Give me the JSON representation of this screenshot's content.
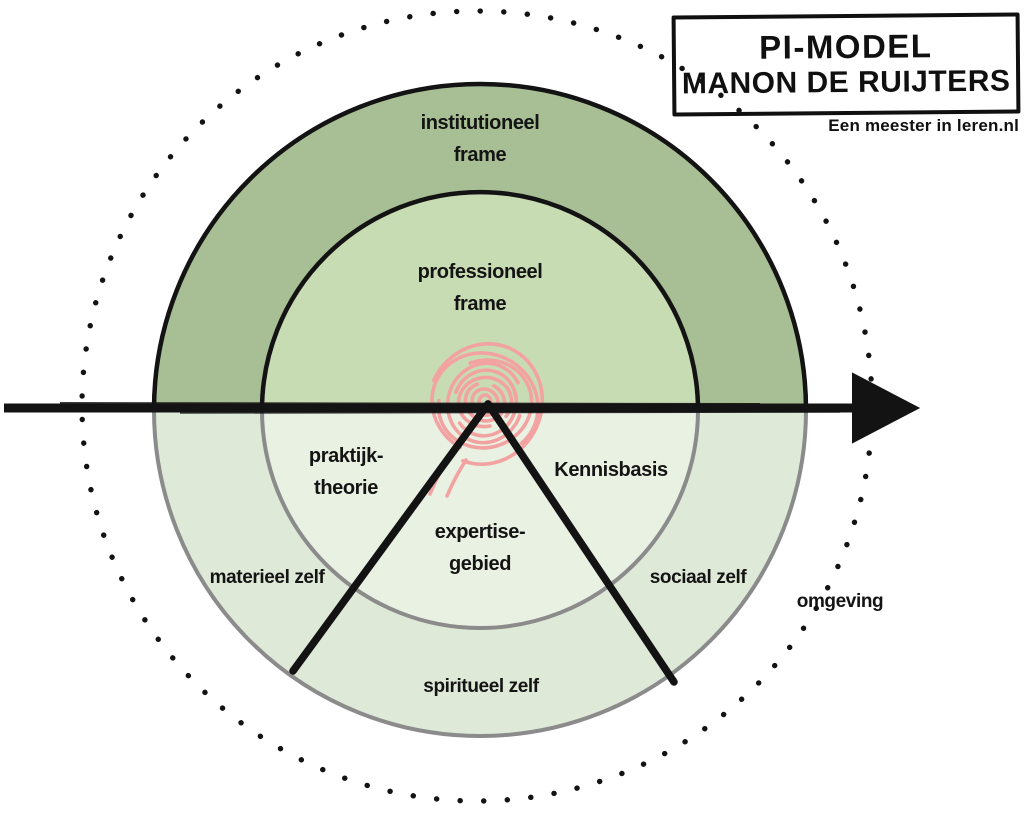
{
  "title_box": {
    "line1": "PI-MODEL",
    "line2": "MANON DE RUIJTERS",
    "attribution": "Een meester in leren.nl"
  },
  "labels": {
    "outer_top": "institutioneel\nframe",
    "inner_top": "professioneel\nframe",
    "inner_left": "praktijk-\ntheorie",
    "inner_right": "Kennisbasis",
    "inner_bottom": "expertise-\ngebied",
    "ring_left": "materieel zelf",
    "ring_right": "sociaal zelf",
    "ring_bottom": "spiritueel zelf",
    "environment": "omgeving"
  },
  "colors": {
    "outer_ring_top": "#a8bf95",
    "inner_top": "#c8dcb4",
    "outer_ring_bottom": "#dfe9d8",
    "inner_bottom": "#e9f1e3",
    "fingerprint": "#f2a3a1",
    "ink": "#131313",
    "border_gray": "#8b8b8b"
  }
}
